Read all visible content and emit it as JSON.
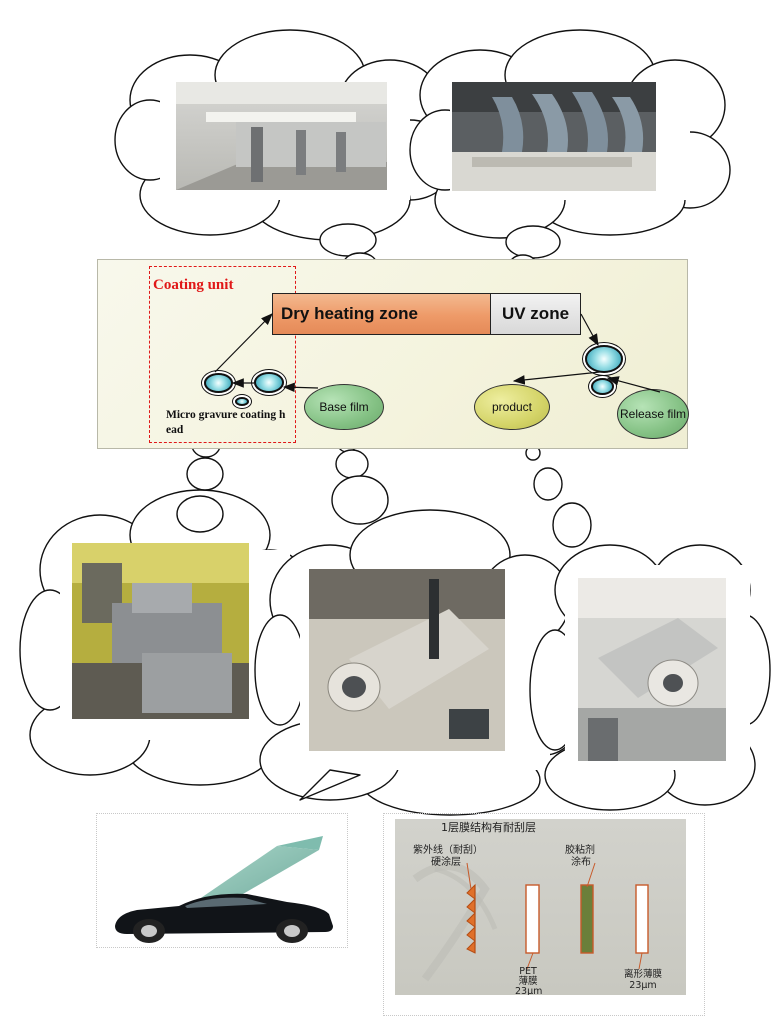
{
  "diagram": {
    "coating_unit_label": "Coating unit",
    "dry_heating_zone_label": "Dry heating zone",
    "uv_zone_label": "UV zone",
    "base_film_label": "Base film",
    "product_label": "product",
    "release_film_label": "Release film",
    "micro_gravure_label": "Micro gravure coating h ead"
  },
  "film_structure": {
    "title": "1层膜结构有耐刮层",
    "uv_hardcoat_label_line1": "紫外线（耐刮）",
    "uv_hardcoat_label_line2": "硬涂层",
    "adhesive_label_line1": "胶粘剂",
    "adhesive_label_line2": "涂布",
    "pet_label_line1": "PET",
    "pet_label_line2": "薄膜",
    "pet_label_line3": "23μm",
    "release_label_line1": "离形薄膜",
    "release_label_line2": "23μm"
  },
  "colors": {
    "coating_unit_red": "#e01818",
    "dry_zone_orange": "#ee9a68",
    "uv_zone_gray": "#d8d8d8",
    "film_green": "#84c184",
    "product_yellow": "#d4d468",
    "roller_cyan": "#4fb3c4"
  }
}
